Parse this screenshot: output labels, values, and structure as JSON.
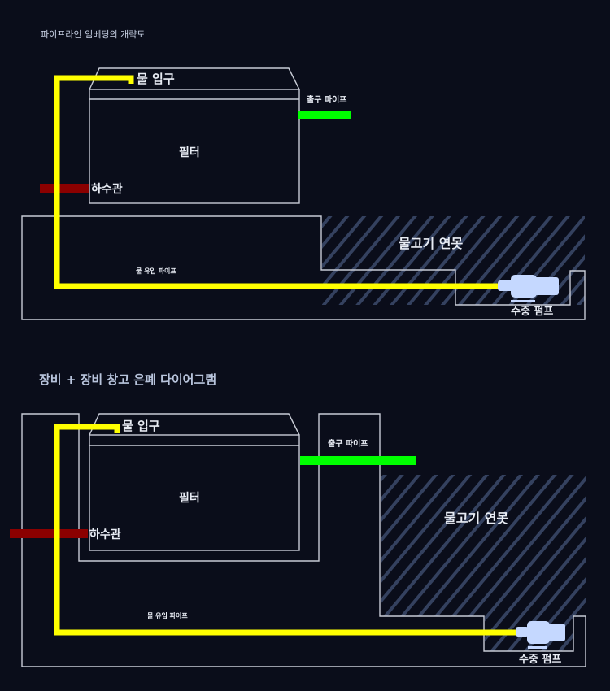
{
  "diagram1": {
    "title": "파이프라인 임베딩의 개략도",
    "water_inlet": "물 입구",
    "outlet_pipe": "출구 파이프",
    "filter": "필터",
    "sewer": "하수관",
    "fish_pond": "물고기 연못",
    "inflow_pipe": "물 유입 파이프",
    "submersible_pump": "수중 펌프"
  },
  "diagram2": {
    "title": "장비 + 장비 창고 은폐 다이어그램",
    "water_inlet": "물 입구",
    "outlet_pipe": "출구 파이프",
    "filter": "필터",
    "sewer": "하수관",
    "fish_pond": "물고기 연못",
    "inflow_pipe": "물 유입 파이프",
    "submersible_pump": "수중 펌프"
  },
  "colors": {
    "background": "#0a0d1a",
    "inflow_pipe": "#ffff00",
    "outlet_pipe": "#00ff00",
    "sewer": "#8b0000",
    "pump": "#c5d8ff",
    "hatch": "#34415f"
  }
}
